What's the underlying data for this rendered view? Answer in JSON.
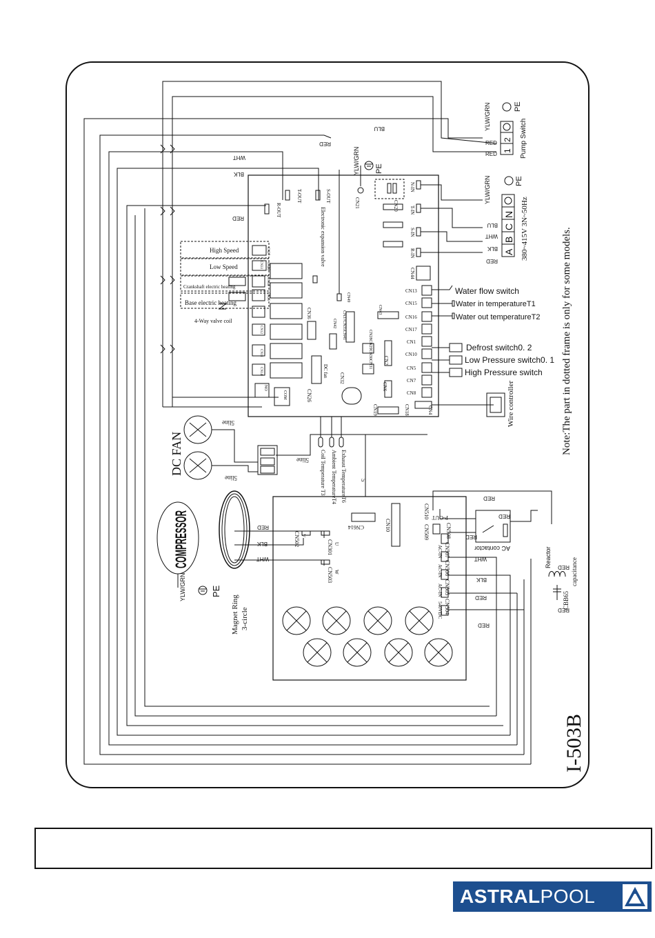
{
  "model_code": "I-503B",
  "note": "Note:The part in dotted frame is only for some models.",
  "wire_colors": {
    "blu": "BLU",
    "red": "RED",
    "wht": "WHT",
    "blk": "BLK",
    "ylw_grn": "YLW/GRN"
  },
  "earth": {
    "label": "PE"
  },
  "pump_switch": {
    "title": "Pump Switch",
    "terminals": [
      "1",
      "2"
    ]
  },
  "power_supply": {
    "spec": "380~415V 3N~50Hz",
    "terminals": [
      "A",
      "B",
      "C",
      "N"
    ]
  },
  "main_board": {
    "outputs": [
      "T-OUT",
      "S-OUT",
      "R-OUT"
    ],
    "inputs": [
      "N-IN",
      "T-IN",
      "S-IN",
      "R-IN"
    ],
    "cn21": "CN21",
    "cn20": "CN20",
    "eev": "Electronic expansion valve",
    "cn49": "CN49",
    "loads": [
      "High Speed",
      "Low Speed",
      "Crankshaft electric heating",
      "Base electric heating",
      "4-Way valve coil"
    ],
    "relay_codes": [
      "CN27",
      "CN28",
      "CN33",
      "CN34",
      "CN35",
      "CN11",
      "CN12",
      "CN14"
    ],
    "cn36": "CN36",
    "cn42": "CN42",
    "cn43": "CN43",
    "cn44": "CN44",
    "cn37_group": "CN37CN35CN41",
    "cn2x_group": "CN28CN29CN30CN31",
    "cn2": "CN2",
    "cn6": "CN6",
    "cn32": "CN32",
    "cn26": "CN26",
    "dc_fan_tag": "DC fan",
    "cn19": "CN19",
    "cn18": "CN18",
    "cn4": "CN4",
    "no": "NO",
    "com": "COM",
    "sensor_ports": [
      "CN13",
      "CN15",
      "CN16",
      "CN17",
      "CN1",
      "CN10",
      "CN5",
      "CN7",
      "CN8"
    ]
  },
  "switches": {
    "water_flow": "Water flow switch",
    "water_in": "Water in temperatureT1",
    "water_out": "Water out temperatureT2",
    "defrost": "Defrost switch0. 2",
    "low_pressure": "Low Pressure switch0. 1",
    "high_pressure": "High Pressure switch"
  },
  "wire_controller": "Wire controller",
  "fan": {
    "title": "DC FAN",
    "line_label": "5line",
    "bus_label": "5"
  },
  "temp_sensors": [
    "Coil Temperature T3",
    "Ambient TemperatureT4",
    "Exhaust TemperatureT6"
  ],
  "inverter": {
    "cn614": "CN614",
    "cn10": "CN10",
    "u": {
      "code": "CN301",
      "phase": "U"
    },
    "v": {
      "code": "CN502",
      "phase": "V"
    },
    "w": {
      "code": "CN503",
      "phase": "W"
    },
    "cn509": "CN509",
    "cn510": "CN510",
    "p_out": "P-OUT",
    "cn508": "CN508",
    "cn507": "CN507",
    "cn506": "CN506",
    "cn505": "CN505",
    "cn504": "CN504",
    "ac_in_1": "AC-IN",
    "ac_in_2": "AC-IN",
    "ac_in_3": "AC-IN",
    "dc_bus": "540VDC"
  },
  "ac_contactor": "AC contactor",
  "reactor": "Reactor",
  "capacitor": {
    "code": "CBB65",
    "name": "capacitance"
  },
  "compressor": {
    "label": "COMPRESSOR",
    "ring": "Magnet Ring",
    "ring_sub": "3-circle"
  },
  "brand": {
    "bold": "ASTRAL",
    "light": "POOL",
    "colors": {
      "primary": "#1d4f8f"
    }
  }
}
